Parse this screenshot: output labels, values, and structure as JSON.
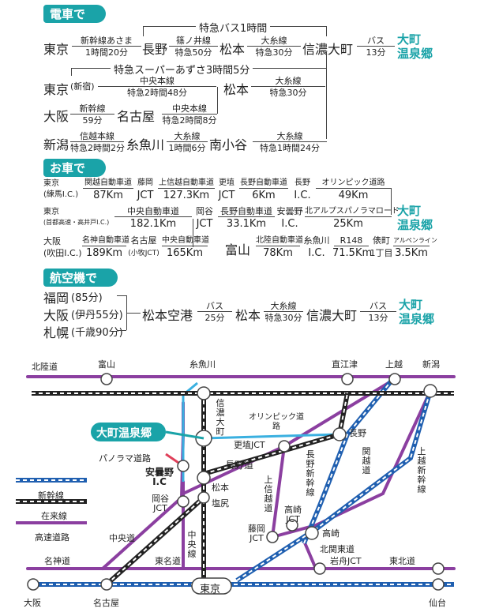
{
  "sections": {
    "train": "電車で",
    "car": "お車で",
    "plane": "航空機で"
  },
  "train": {
    "express_bus": "特急バス1時間",
    "r1": {
      "tokyo": "東京",
      "seg1_top": "新幹線あさま",
      "seg1_bot": "1時間20分",
      "nagano": "長野",
      "seg2_top": "篠ノ井線",
      "seg2_bot": "特急50分",
      "matsumoto": "松本",
      "seg3_top": "大糸線",
      "seg3_bot": "特急30分",
      "shinano_omachi": "信濃大町",
      "seg4_top": "バス",
      "seg4_bot": "13分",
      "dest1": "大町",
      "dest2": "温泉郷"
    },
    "super_azusa": "特急スーパーあずさ3時間5分",
    "r2": {
      "tokyo": "東京",
      "tokyo_sub": "(新宿)",
      "seg1_top": "中央本線",
      "seg1_bot": "特急2時間48分",
      "matsumoto": "松本",
      "seg2_top": "大糸線",
      "seg2_bot": "特急30分"
    },
    "r3": {
      "osaka": "大阪",
      "seg1_top": "新幹線",
      "seg1_bot": "59分",
      "nagoya": "名古屋",
      "seg2_top": "中央本線",
      "seg2_bot": "特急2時間8分"
    },
    "r4": {
      "niigata": "新潟",
      "seg1_top": "信越本線",
      "seg1_bot": "特急2時間2分",
      "itoigawa": "糸魚川",
      "seg2_top": "大糸線",
      "seg2_bot": "1時間6分",
      "minamiotari": "南小谷",
      "seg3_top": "大糸線",
      "seg3_bot": "特急1時間24分"
    }
  },
  "car": {
    "r1": {
      "start": "東京",
      "start_sub": "(練馬I.C.)",
      "road1": "関越自動車道",
      "dist1": "87Km",
      "node1_top": "藤岡",
      "node1_bot": "JCT",
      "road2": "上信越自動車道",
      "dist2": "127.3Km",
      "node2_top": "更埴",
      "node2_bot": "JCT",
      "road3": "長野自動車道",
      "dist3": "6Km",
      "node3_top": "長野",
      "node3_bot": "I.C.",
      "road4": "オリンピック道路",
      "dist4": "49Km"
    },
    "r2": {
      "start": "東京",
      "start_sub": "(首都高速・高井戸I.C.)",
      "road1": "中央自動車道",
      "dist1": "182.1Km",
      "node1_top": "岡谷",
      "node1_bot": "JCT",
      "road2": "長野自動車道",
      "dist2": "33.1Km",
      "node2_top": "安曇野",
      "node2_bot": "I.C.",
      "road3": "北アルプスパノラマロード",
      "dist3": "25Km",
      "dest1": "大町",
      "dest2": "温泉郷"
    },
    "r3": {
      "start": "大阪",
      "start_sub": "(吹田I.C.)",
      "road1": "名神自動車道",
      "dist1": "189Km",
      "node1_top": "名古屋",
      "node1_bot": "(小牧JCT)",
      "road2": "中央自動車道",
      "dist2": "165Km"
    },
    "r4": {
      "start": "富山",
      "road1": "北陸自動車道",
      "dist1": "78Km",
      "node1_top": "糸魚川",
      "node1_bot": "I.C.",
      "road2": "R148",
      "dist2": "71.5Km",
      "node2_top": "俵町",
      "node2_bot": "1丁目",
      "road3": "アルペンライン",
      "dist3": "3.5Km"
    }
  },
  "plane": {
    "fukuoka": "福岡",
    "fukuoka_sub": "(85分)",
    "osaka": "大阪",
    "osaka_sub": "(伊丹55分)",
    "sapporo": "札幌",
    "sapporo_sub": "(千歳90分)",
    "airport": "松本空港",
    "seg1_top": "バス",
    "seg1_bot": "25分",
    "matsumoto": "松本",
    "seg2_top": "大糸線",
    "seg2_bot": "特急30分",
    "shinano_omachi": "信濃大町",
    "seg3_top": "バス",
    "seg3_bot": "13分",
    "dest1": "大町",
    "dest2": "温泉郷"
  },
  "map": {
    "colors": {
      "highway": "#8b3fa0",
      "shinkansen": "#1f5fb0",
      "rail": "#222222",
      "local_road": "#3ab0e0",
      "panorama": "#e0405a",
      "accent": "#1aa3a8"
    },
    "legend": {
      "shinkansen": "新幹線",
      "rail": "在来線",
      "highway": "高速道路"
    },
    "labels": {
      "hokurikudo": "北陸道",
      "toyama": "富山",
      "itoigawa": "糸魚川",
      "naoetsu": "直江津",
      "joetsu": "上越",
      "niigata": "新潟",
      "shinano": "信濃大町",
      "olympic": "オリンピック道路",
      "omachi_onsen": "大町温泉郷",
      "nagano": "長野",
      "panorama": "パノラマ道路",
      "koshoku": "更埴JCT",
      "azumino": "安曇野I.C",
      "nagano_do": "長野道",
      "matsumoto": "松本",
      "okaya": "岡谷JCT",
      "shiojiri": "塩尻",
      "joshinetsu": "上信越道",
      "nagano_shinkansen": "長野新幹線",
      "kanetsu": "関越道",
      "joetsu_shinkansen": "上越新幹線",
      "chuo_do": "中央道",
      "chuo_sen": "中央線",
      "fujioka": "藤岡JCT",
      "takasaki_jct": "高崎JCT",
      "takasaki": "高崎",
      "kitakanto": "北関東道",
      "iwafune": "岩舟JCT",
      "meishin": "名神道",
      "tomei": "東名道",
      "tohoku": "東北道",
      "tokyo": "東京",
      "osaka": "大阪",
      "nagoya": "名古屋",
      "sendai": "仙台"
    }
  }
}
